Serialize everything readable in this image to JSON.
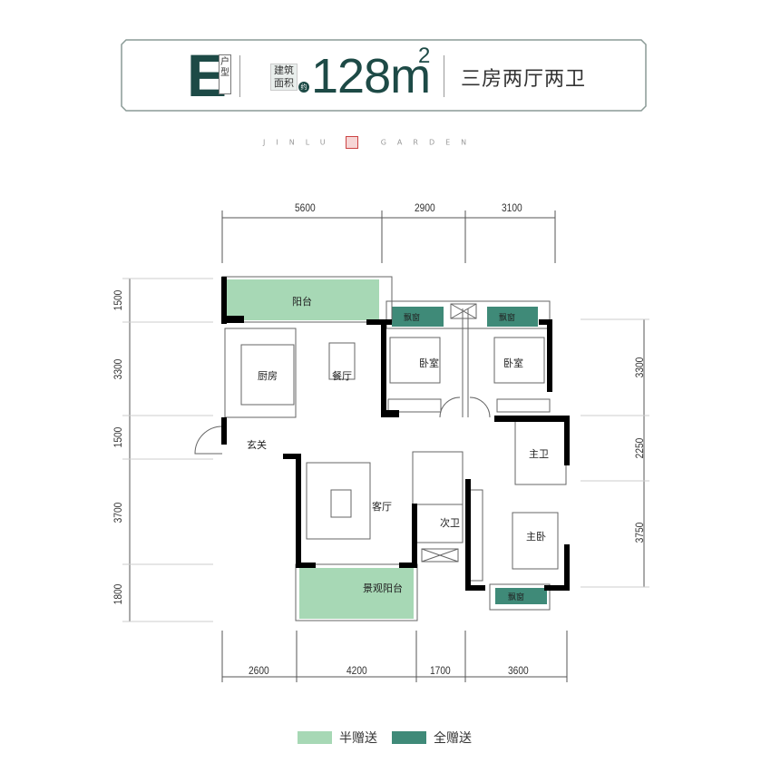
{
  "header": {
    "unit_letter": "E",
    "unit_type_label": "户型",
    "area_label": "建筑面积",
    "approx_label": "约",
    "area_value": "128m",
    "area_unit_sup": "2",
    "layout_type": "三房两厅两卫"
  },
  "brand": {
    "left_text": "JINLU",
    "right_text": "GARDEN"
  },
  "dimensions": {
    "top": [
      "5600",
      "2900",
      "3100"
    ],
    "bottom": [
      "2600",
      "4200",
      "1700",
      "3600"
    ],
    "left": [
      "1500",
      "3300",
      "1500",
      "3700",
      "1800"
    ],
    "right": [
      "3300",
      "2250",
      "3750"
    ]
  },
  "rooms": {
    "balcony": "阳台",
    "kitchen": "厨房",
    "dining": "餐厅",
    "bedroom1": "卧室",
    "bedroom2": "卧室",
    "bay_window_1": "飘窗",
    "bay_window_2": "飘窗",
    "bay_window_3": "飘窗",
    "foyer": "玄关",
    "living": "客厅",
    "view_balcony": "景观阳台",
    "second_bath": "次卫",
    "master_bath": "主卫",
    "master_bedroom": "主卧"
  },
  "legend": [
    {
      "label": "半赠送",
      "color": "#a7d8b5"
    },
    {
      "label": "全赠送",
      "color": "#3f8a78"
    }
  ],
  "colors": {
    "brand_dark": "#1d4a46",
    "half_gift": "#a7d8b5",
    "full_gift": "#3f8a78",
    "wall": "#000000"
  }
}
